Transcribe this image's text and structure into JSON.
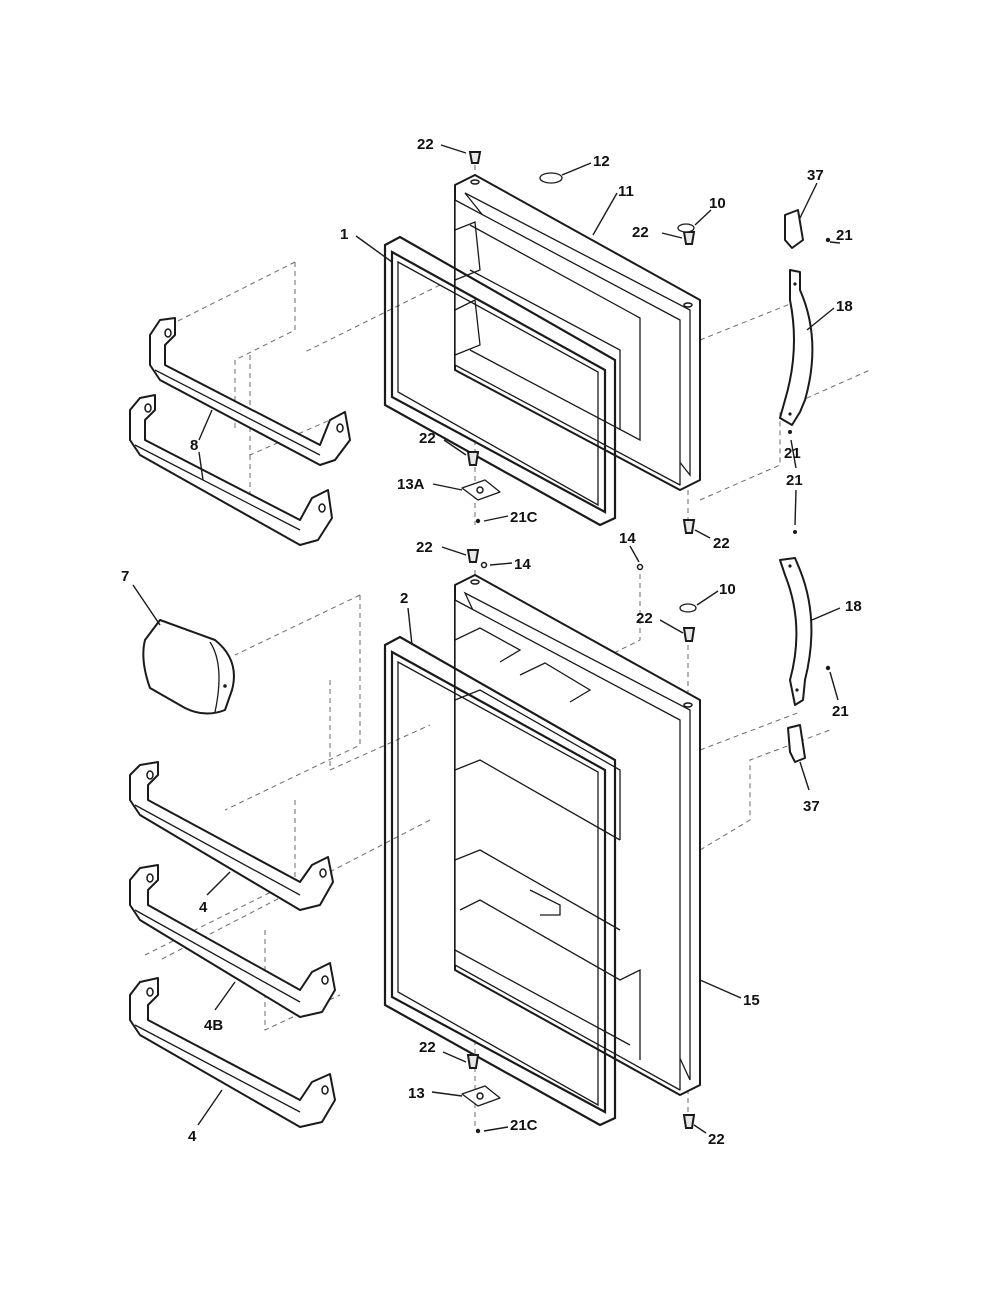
{
  "diagram": {
    "callouts": [
      {
        "id": "c1",
        "text": "22"
      },
      {
        "id": "c2",
        "text": "12"
      },
      {
        "id": "c3",
        "text": "11"
      },
      {
        "id": "c4",
        "text": "10"
      },
      {
        "id": "c5",
        "text": "22"
      },
      {
        "id": "c6",
        "text": "37"
      },
      {
        "id": "c7",
        "text": "21"
      },
      {
        "id": "c8",
        "text": "1"
      },
      {
        "id": "c9",
        "text": "18"
      },
      {
        "id": "c10",
        "text": "8"
      },
      {
        "id": "c11",
        "text": "22"
      },
      {
        "id": "c12",
        "text": "21"
      },
      {
        "id": "c13",
        "text": "13A"
      },
      {
        "id": "c14",
        "text": "21C"
      },
      {
        "id": "c15",
        "text": "21"
      },
      {
        "id": "c16",
        "text": "22"
      },
      {
        "id": "c17",
        "text": "14"
      },
      {
        "id": "c18",
        "text": "22"
      },
      {
        "id": "c19",
        "text": "14"
      },
      {
        "id": "c20",
        "text": "7"
      },
      {
        "id": "c21",
        "text": "2"
      },
      {
        "id": "c22",
        "text": "10"
      },
      {
        "id": "c23",
        "text": "18"
      },
      {
        "id": "c24",
        "text": "22"
      },
      {
        "id": "c25",
        "text": "21"
      },
      {
        "id": "c26",
        "text": "37"
      },
      {
        "id": "c27",
        "text": "4"
      },
      {
        "id": "c28",
        "text": "4B"
      },
      {
        "id": "c29",
        "text": "15"
      },
      {
        "id": "c30",
        "text": "22"
      },
      {
        "id": "c31",
        "text": "13"
      },
      {
        "id": "c32",
        "text": "21C"
      },
      {
        "id": "c33",
        "text": "22"
      },
      {
        "id": "c34",
        "text": "4"
      }
    ]
  }
}
